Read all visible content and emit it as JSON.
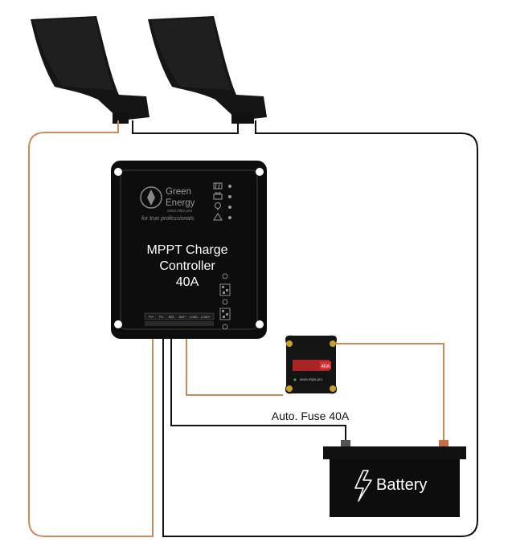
{
  "controller": {
    "brand_line1": "Green",
    "brand_line2": "Energy",
    "website": "www.mlps.pro",
    "tagline": "for true professionals",
    "title_line1": "MPPT Charge",
    "title_line2": "Controller",
    "title_line3": "40A",
    "terminal_labels": [
      "PV+",
      "PV-",
      "BAT-",
      "BAT+",
      "LOAD-",
      "LOAD+"
    ]
  },
  "fuse": {
    "rating_badge": "40A",
    "website": "www.mlps.pro",
    "caption": "Auto. Fuse 40A"
  },
  "battery": {
    "label": "Battery"
  },
  "colors": {
    "positive_wire": "#c98a5e",
    "negative_wire": "#111111",
    "device_body": "#0d0d0d",
    "panel_body": "#151515",
    "fuse_accent": "#d23232",
    "battery_positive_terminal": "#c0714a",
    "battery_negative_terminal": "#555555"
  },
  "icons": [
    "solar-panel-icon",
    "battery-icon",
    "bulb-icon",
    "warning-icon",
    "lightning-icon",
    "qr-code-icon"
  ]
}
